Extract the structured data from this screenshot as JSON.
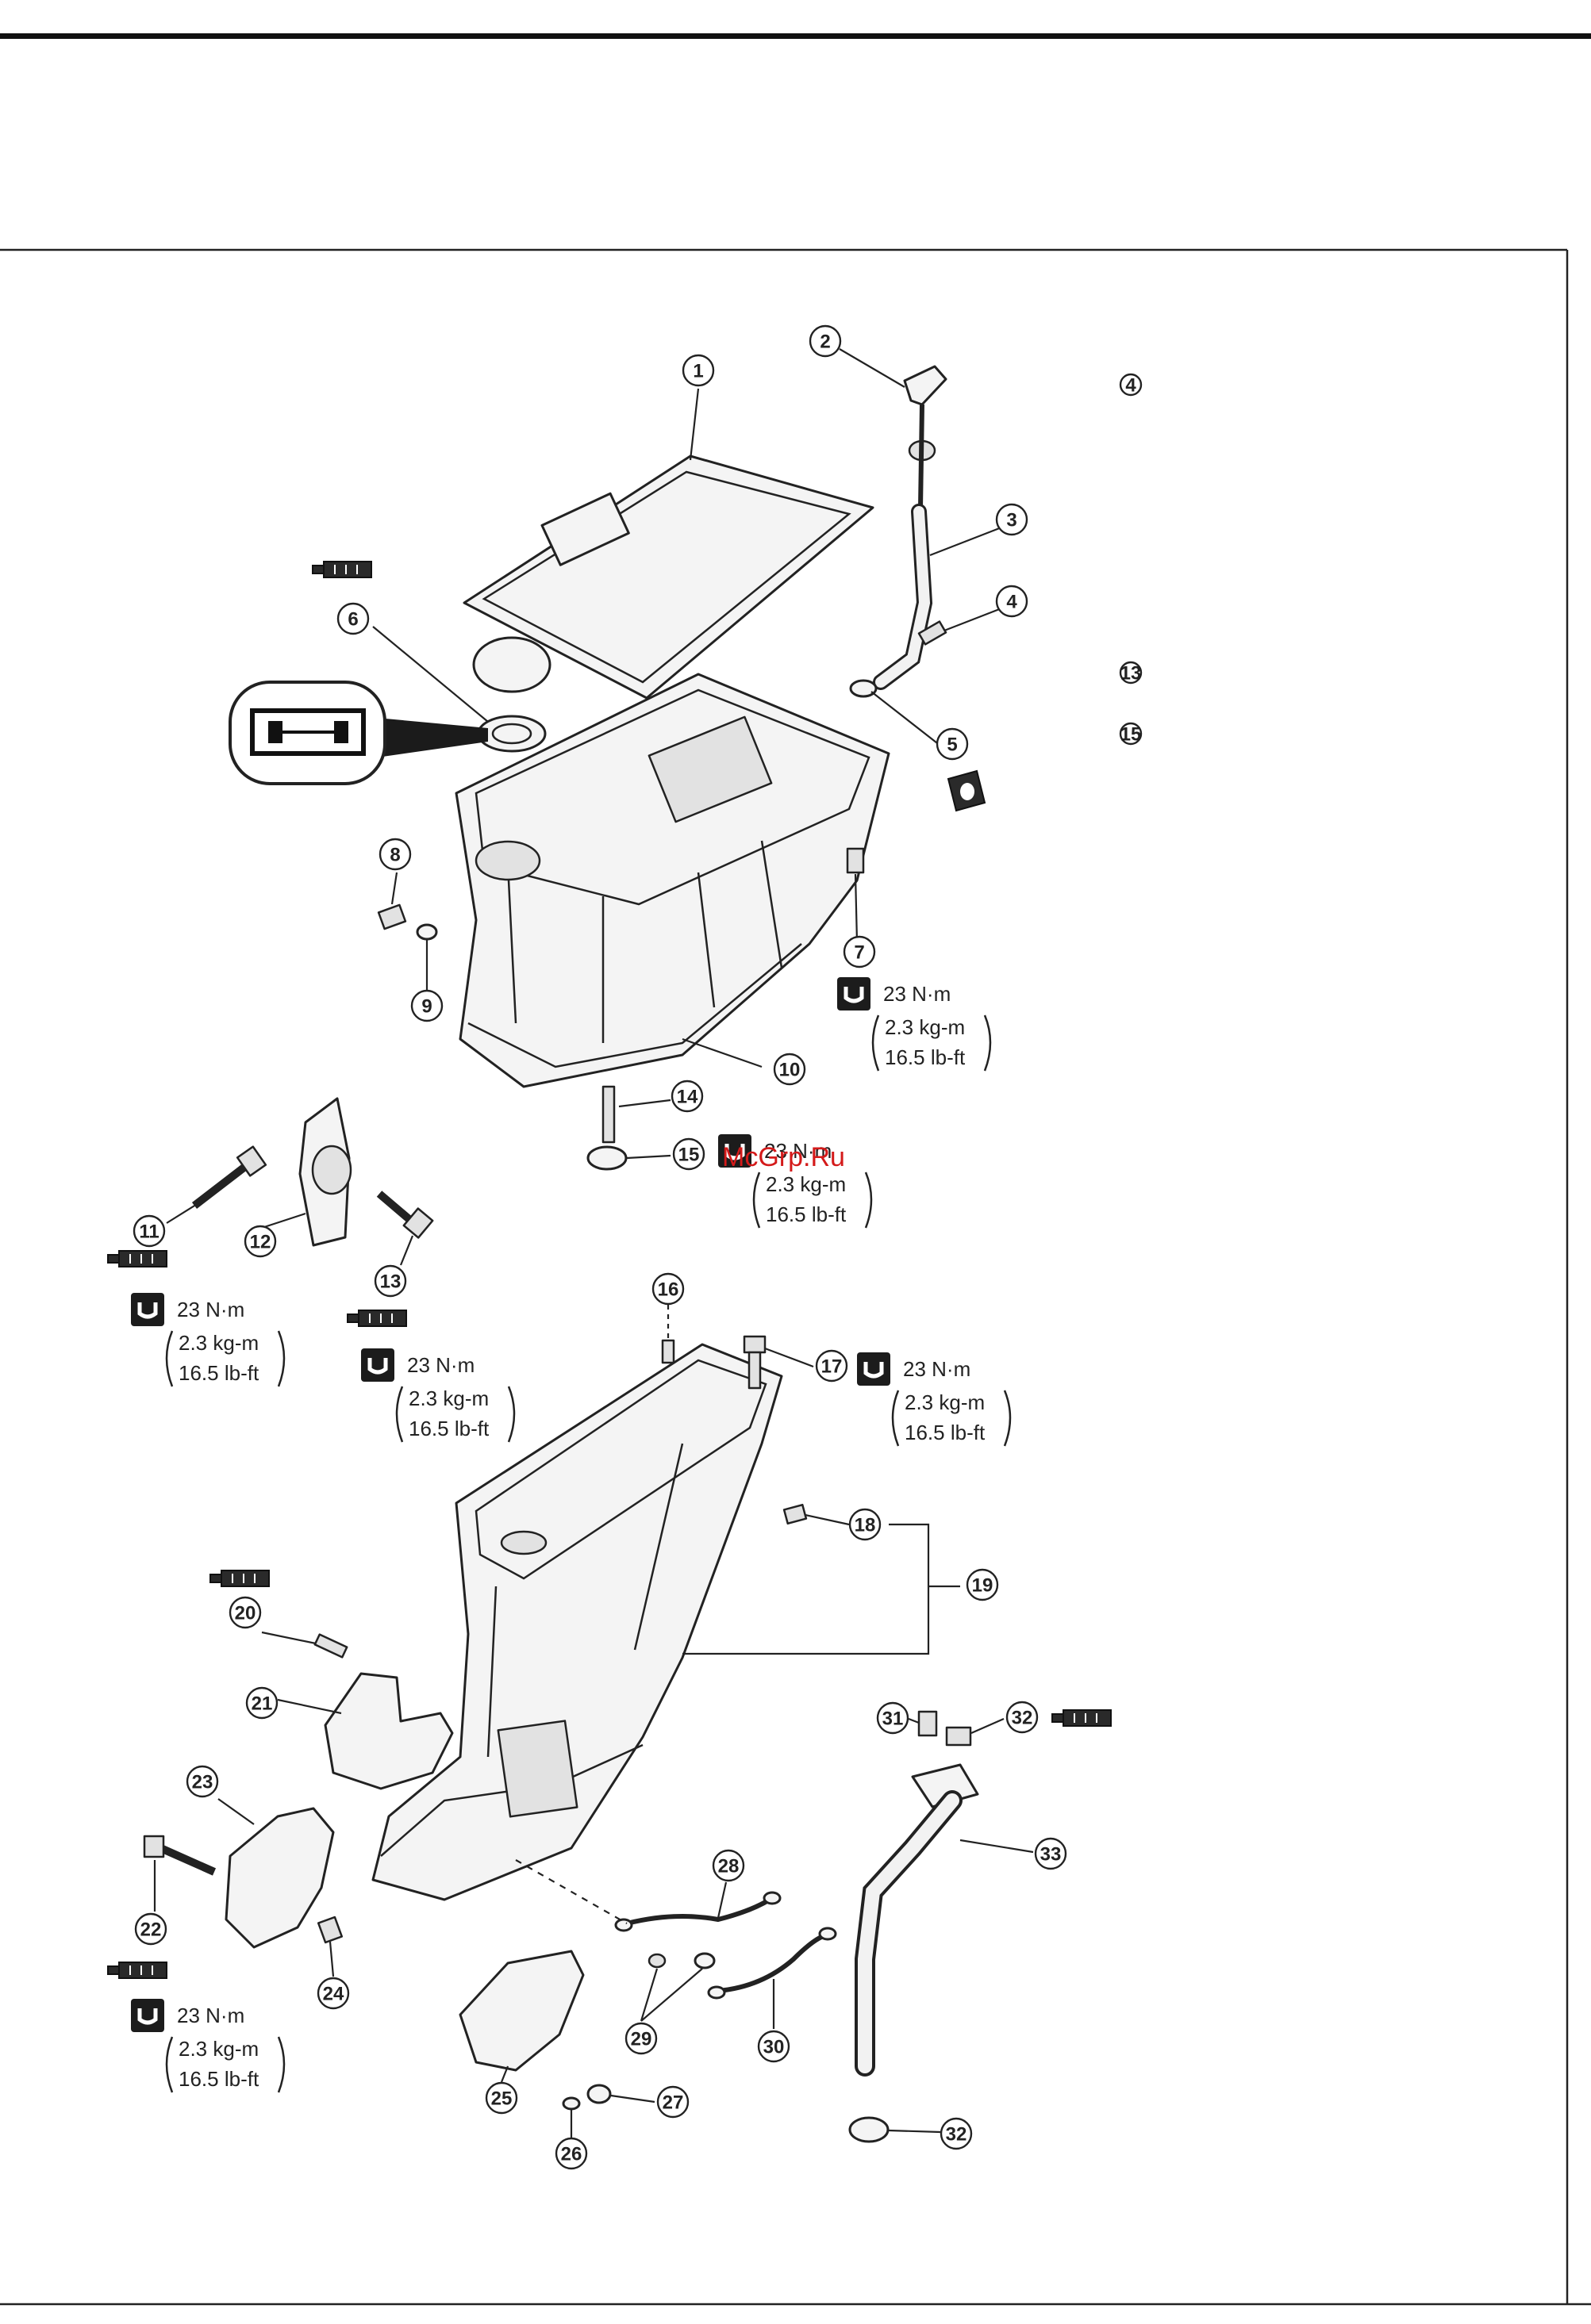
{
  "watermark": "McGrp.Ru",
  "callouts": [
    "1",
    "2",
    "3",
    "4",
    "5",
    "6",
    "7",
    "8",
    "9",
    "10",
    "11",
    "12",
    "13",
    "14",
    "15",
    "16",
    "17",
    "18",
    "19",
    "20",
    "21",
    "22",
    "23",
    "24",
    "25",
    "26",
    "27",
    "28",
    "29",
    "30",
    "31",
    "32",
    "33"
  ],
  "side_refs": [
    "4",
    "13",
    "15"
  ],
  "torque": {
    "nm": "23 N·m",
    "kgm": "2.3 kg-m",
    "lbft": "16.5 lb-ft"
  },
  "colors": {
    "ink": "#222222",
    "watermark": "#d41a1a",
    "paper": "#ffffff"
  }
}
